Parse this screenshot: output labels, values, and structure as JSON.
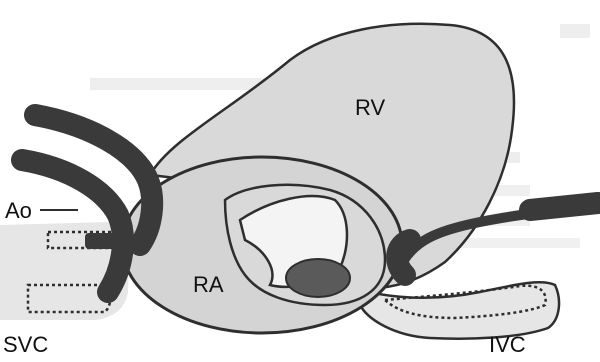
{
  "labels": {
    "rv": "RV",
    "ra": "RA",
    "ao": "Ao",
    "svc": "SVC",
    "ivc": "IVC"
  },
  "colors": {
    "chamber_fill": "#d9d9d9",
    "vessel_fill": "#e6e6e6",
    "outline": "#2e2e2e",
    "cannula": "#3a3a3a",
    "valve_fill": "#5a5a5a"
  }
}
